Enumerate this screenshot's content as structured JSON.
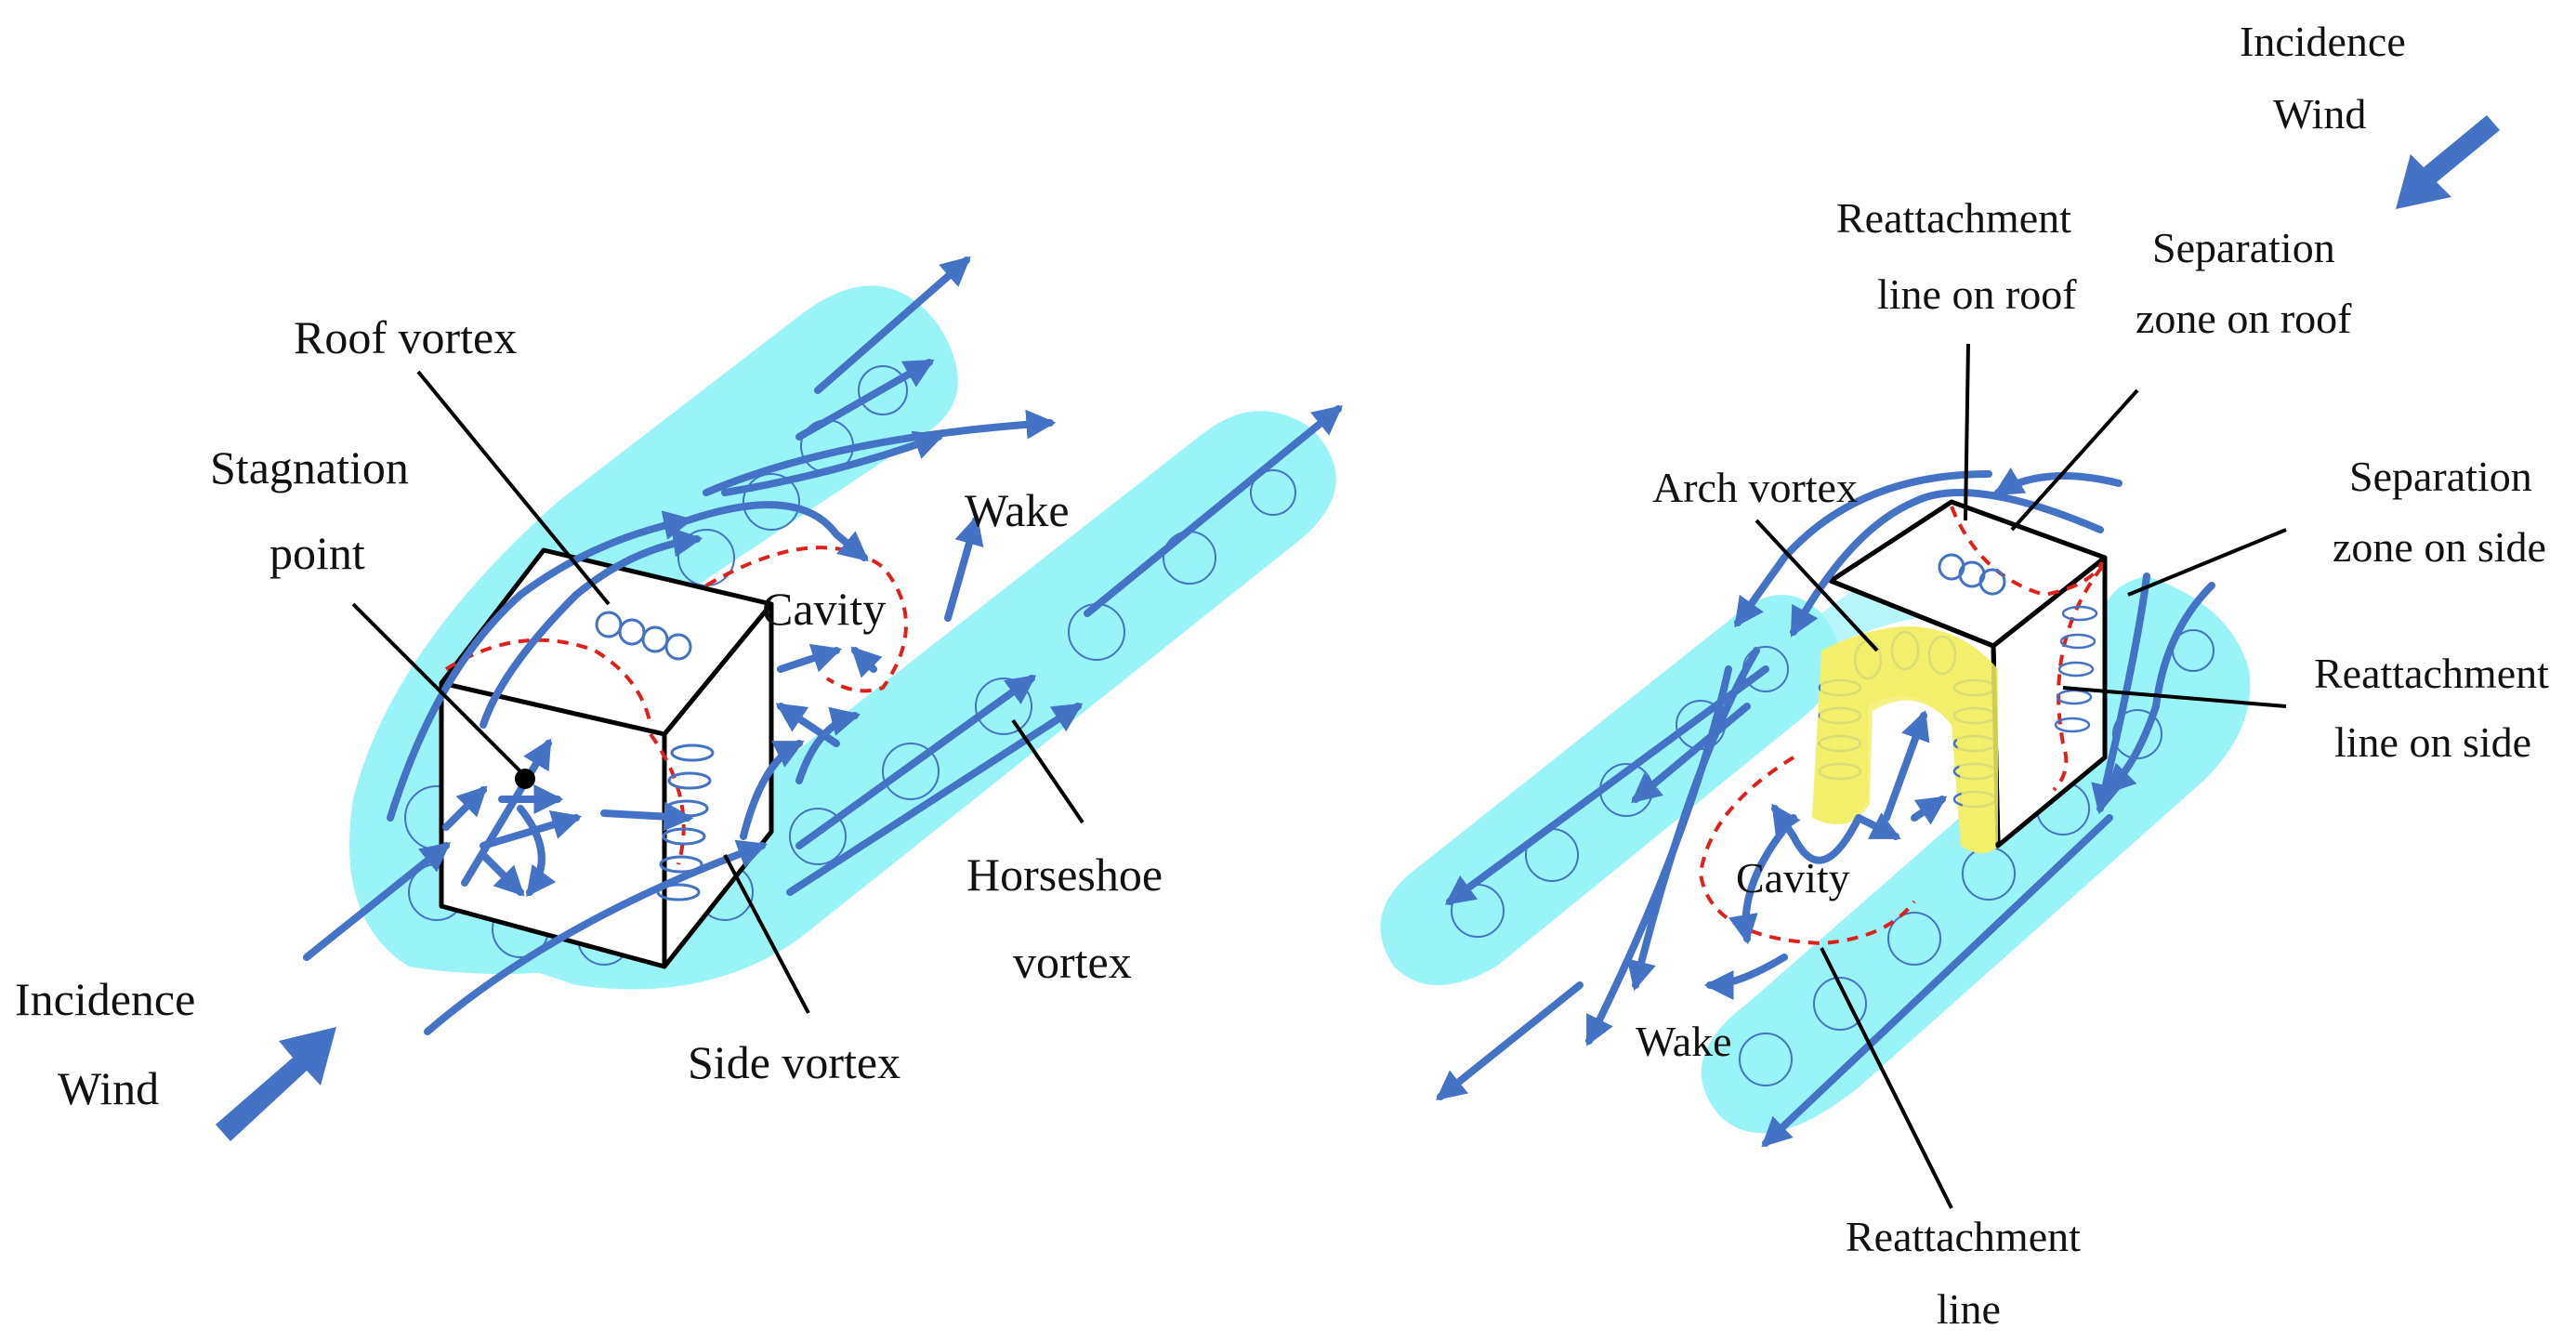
{
  "colors": {
    "flow": "#4472C4",
    "vortex_zone": "#99F3F7",
    "arch": "#F2F06A",
    "separation": "#E0201B",
    "outline": "#000000"
  },
  "left": {
    "roof_vortex": "Roof vortex",
    "stagnation_1": "Stagnation",
    "stagnation_2": "point",
    "wake": "Wake",
    "cavity": "Cavity",
    "horseshoe_1": "Horseshoe",
    "horseshoe_2": "vortex",
    "incidence_1": "Incidence",
    "incidence_2": "Wind",
    "side_vortex": "Side vortex"
  },
  "right": {
    "incidence_1": "Incidence",
    "incidence_2": "Wind",
    "reatt_roof_1": "Reattachment",
    "reatt_roof_2": "line on roof",
    "sep_roof_1": "Separation",
    "sep_roof_2": "zone on roof",
    "arch_vortex": "Arch vortex",
    "sep_side_1": "Separation",
    "sep_side_2": "zone on side",
    "reatt_side_1": "Reattachment",
    "reatt_side_2": "line on side",
    "cavity": "Cavity",
    "wake": "Wake",
    "reatt_1": "Reattachment",
    "reatt_2": "line"
  }
}
